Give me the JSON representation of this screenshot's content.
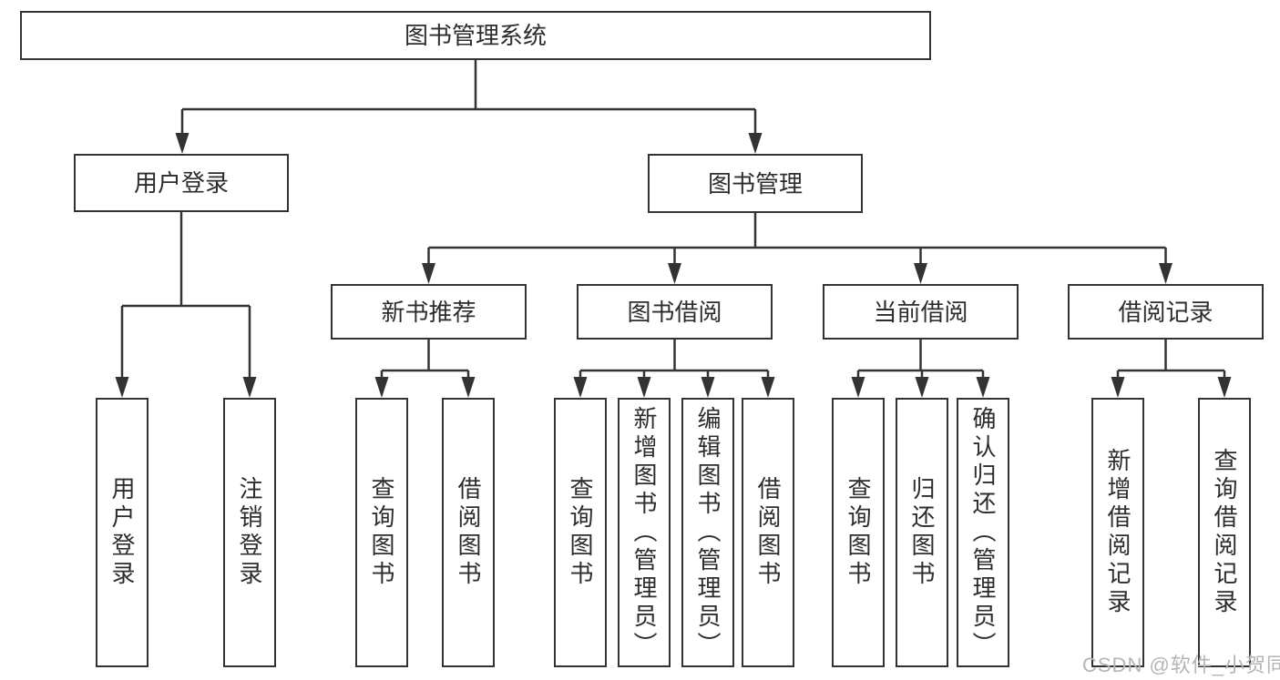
{
  "diagram": {
    "root": "图书管理系统",
    "level2": {
      "user_login": "用户登录",
      "book_mgmt": "图书管理"
    },
    "level3": {
      "new_books": "新书推荐",
      "book_borrow": "图书借阅",
      "current_borrow": "当前借阅",
      "borrow_records": "借阅记录"
    },
    "leaves": {
      "user_login": [
        "用户登录",
        "注销登录"
      ],
      "new_books": [
        "查询图书",
        "借阅图书"
      ],
      "book_borrow": [
        "查询图书",
        "新增图书（管理员）",
        "编辑图书（管理员）",
        "借阅图书"
      ],
      "current_borrow": [
        "查询图书",
        "归还图书",
        "确认归还（管理员）"
      ],
      "borrow_records": [
        "新增借阅记录",
        "查询借阅记录"
      ]
    }
  },
  "watermark": "CSDN @软件_小贺同学",
  "colors": {
    "line": "#333333",
    "box_border": "#333333",
    "text": "#2d2d2d",
    "watermark": "#b5b5b5",
    "background": "#ffffff"
  }
}
